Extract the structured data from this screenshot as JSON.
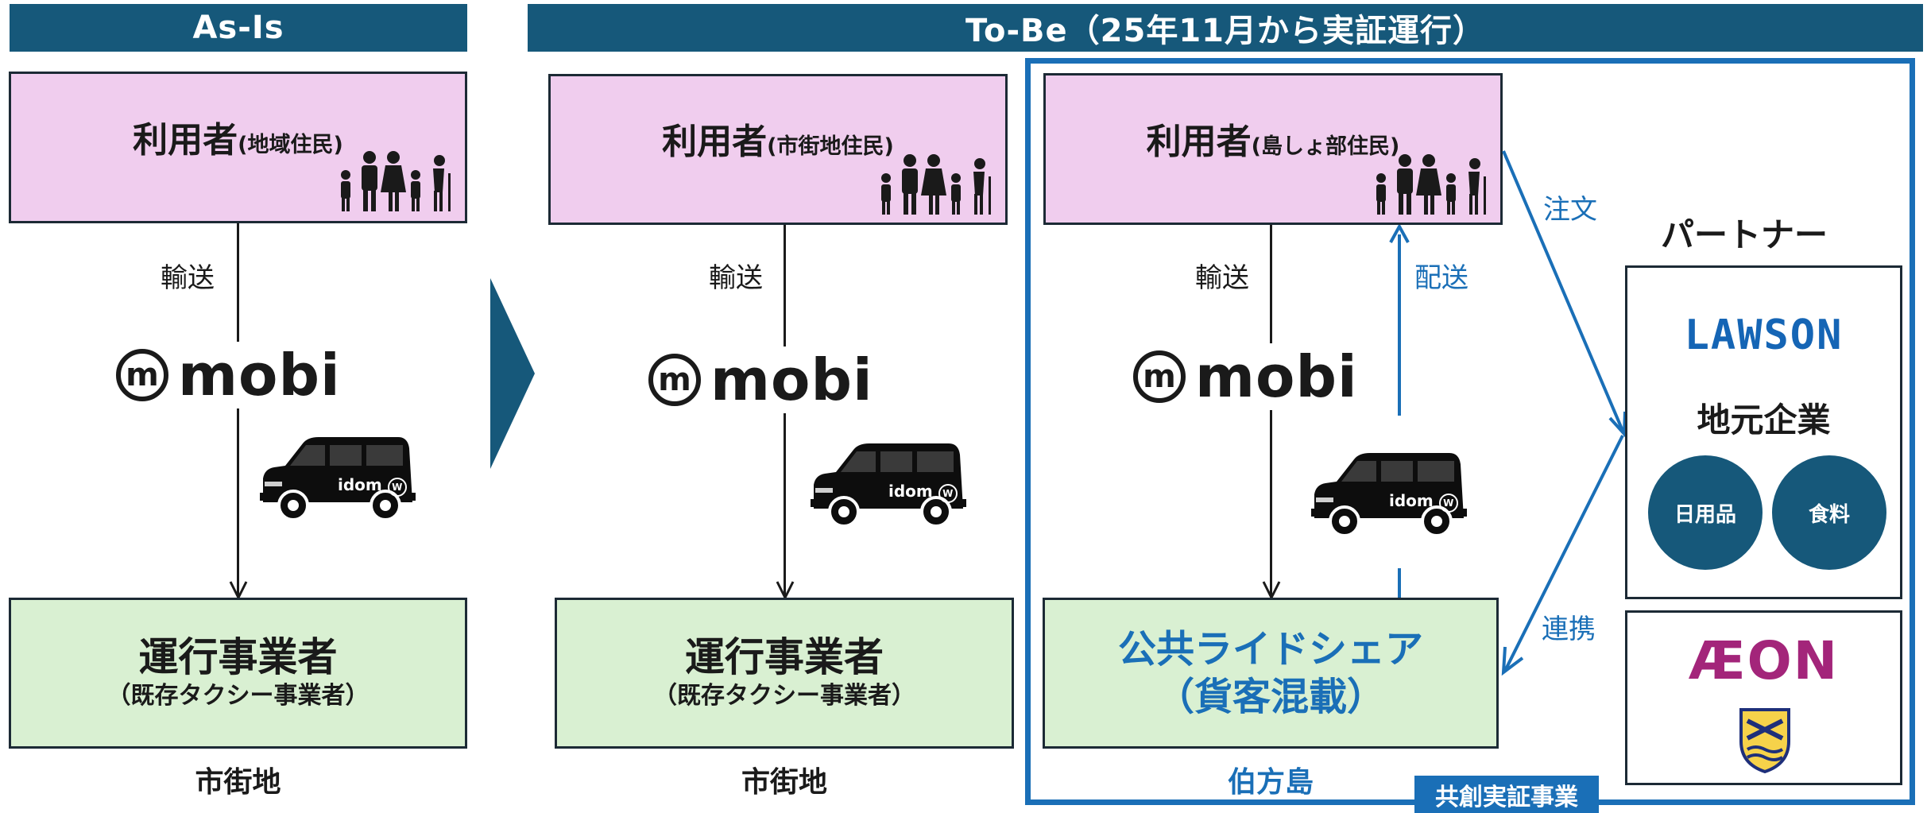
{
  "as_is": {
    "header": "As-Is",
    "user_main": "利用者",
    "user_sub": "(地域住民)",
    "transport_label": "輸送",
    "mobi_logo": "mobi",
    "operator_main": "運行事業者",
    "operator_sub": "（既存タクシー事業者）",
    "place": "市街地"
  },
  "to_be": {
    "header": "To-Be（25年11月から実証運行）",
    "user_main": "利用者",
    "user_sub": "(市街地住民)",
    "transport_label": "輸送",
    "mobi_logo": "mobi",
    "operator_main": "運行事業者",
    "operator_sub": "（既存タクシー事業者）",
    "place": "市街地"
  },
  "island": {
    "user_main": "利用者",
    "user_sub": "(島しょ部住民)",
    "transport_label": "輸送",
    "delivery_label": "配送",
    "mobi_logo": "mobi",
    "operator_line1": "公共ライドシェア",
    "operator_line2": "（貨客混載）",
    "place": "伯方島",
    "order_label": "注文",
    "link_label": "連携",
    "project_badge": "共創実証事業"
  },
  "partner": {
    "title": "パートナー",
    "lawson": "LAWSON",
    "local": "地元企業",
    "circle1": "日用品",
    "circle2": "食料",
    "aeon": "ÆON"
  },
  "vehicle_brand": "idom",
  "vehicle_brand_mark": "W",
  "colors": {
    "header_bg": "#16587a",
    "user_box": "#f0cdee",
    "operator_box": "#d9f0d2",
    "accent_blue": "#1a6fb7",
    "aeon_purple": "#a3257a"
  },
  "icons": [
    "family-icon",
    "van-icon",
    "mobi-logo",
    "arrow-right-icon",
    "lawson-logo",
    "aeon-logo",
    "emblem-icon"
  ]
}
